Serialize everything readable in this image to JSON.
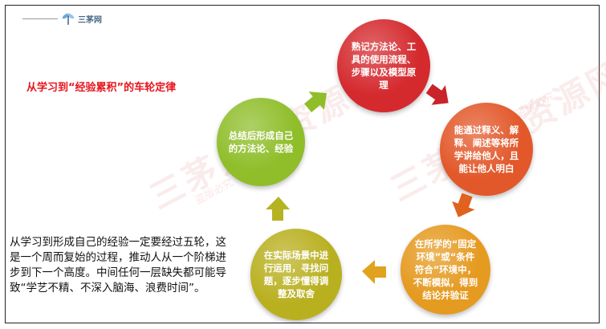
{
  "logo": {
    "text": "三茅网",
    "icon": "dragonfly-icon"
  },
  "watermark": {
    "main": "三茅人力资源网",
    "small": "盗版必究"
  },
  "title": "从学习到“经验累积”的车轮定律",
  "description": "从学习到形成自己的经验一定要经过五轮，这是一个周而复始的过程，推动人从一个阶梯进步到下一个高度。中间任何一层缺失都可能导致“学艺不精、不深入脑海、浪费时间”。",
  "nodes": [
    {
      "text": "熟记方法论、工具的使用流程、步骤以及模型原理",
      "color": "#d42a2e"
    },
    {
      "text": "能通过释义、解释、阐述等将所学讲给他人，且能让他人明白",
      "color": "#e2582a"
    },
    {
      "text": "在所学的“固定环境”或“条件符合”环境中，不断模拟，得到结论并验证",
      "color": "#e59a20"
    },
    {
      "text": "在实际场景中进行运用，寻找问题，逐步懂得调整及取舍",
      "color": "#b9b020"
    },
    {
      "text": "总结后形成自己的方法论、经验",
      "color": "#8fbe2a"
    }
  ],
  "colors": {
    "title": "#e8141c",
    "arrow_red": "#c8242a",
    "arrow_orange": "#e0621e",
    "arrow_gold": "#e1a21e",
    "arrow_olive": "#b5b322",
    "arrow_green": "#8fbe2a"
  }
}
